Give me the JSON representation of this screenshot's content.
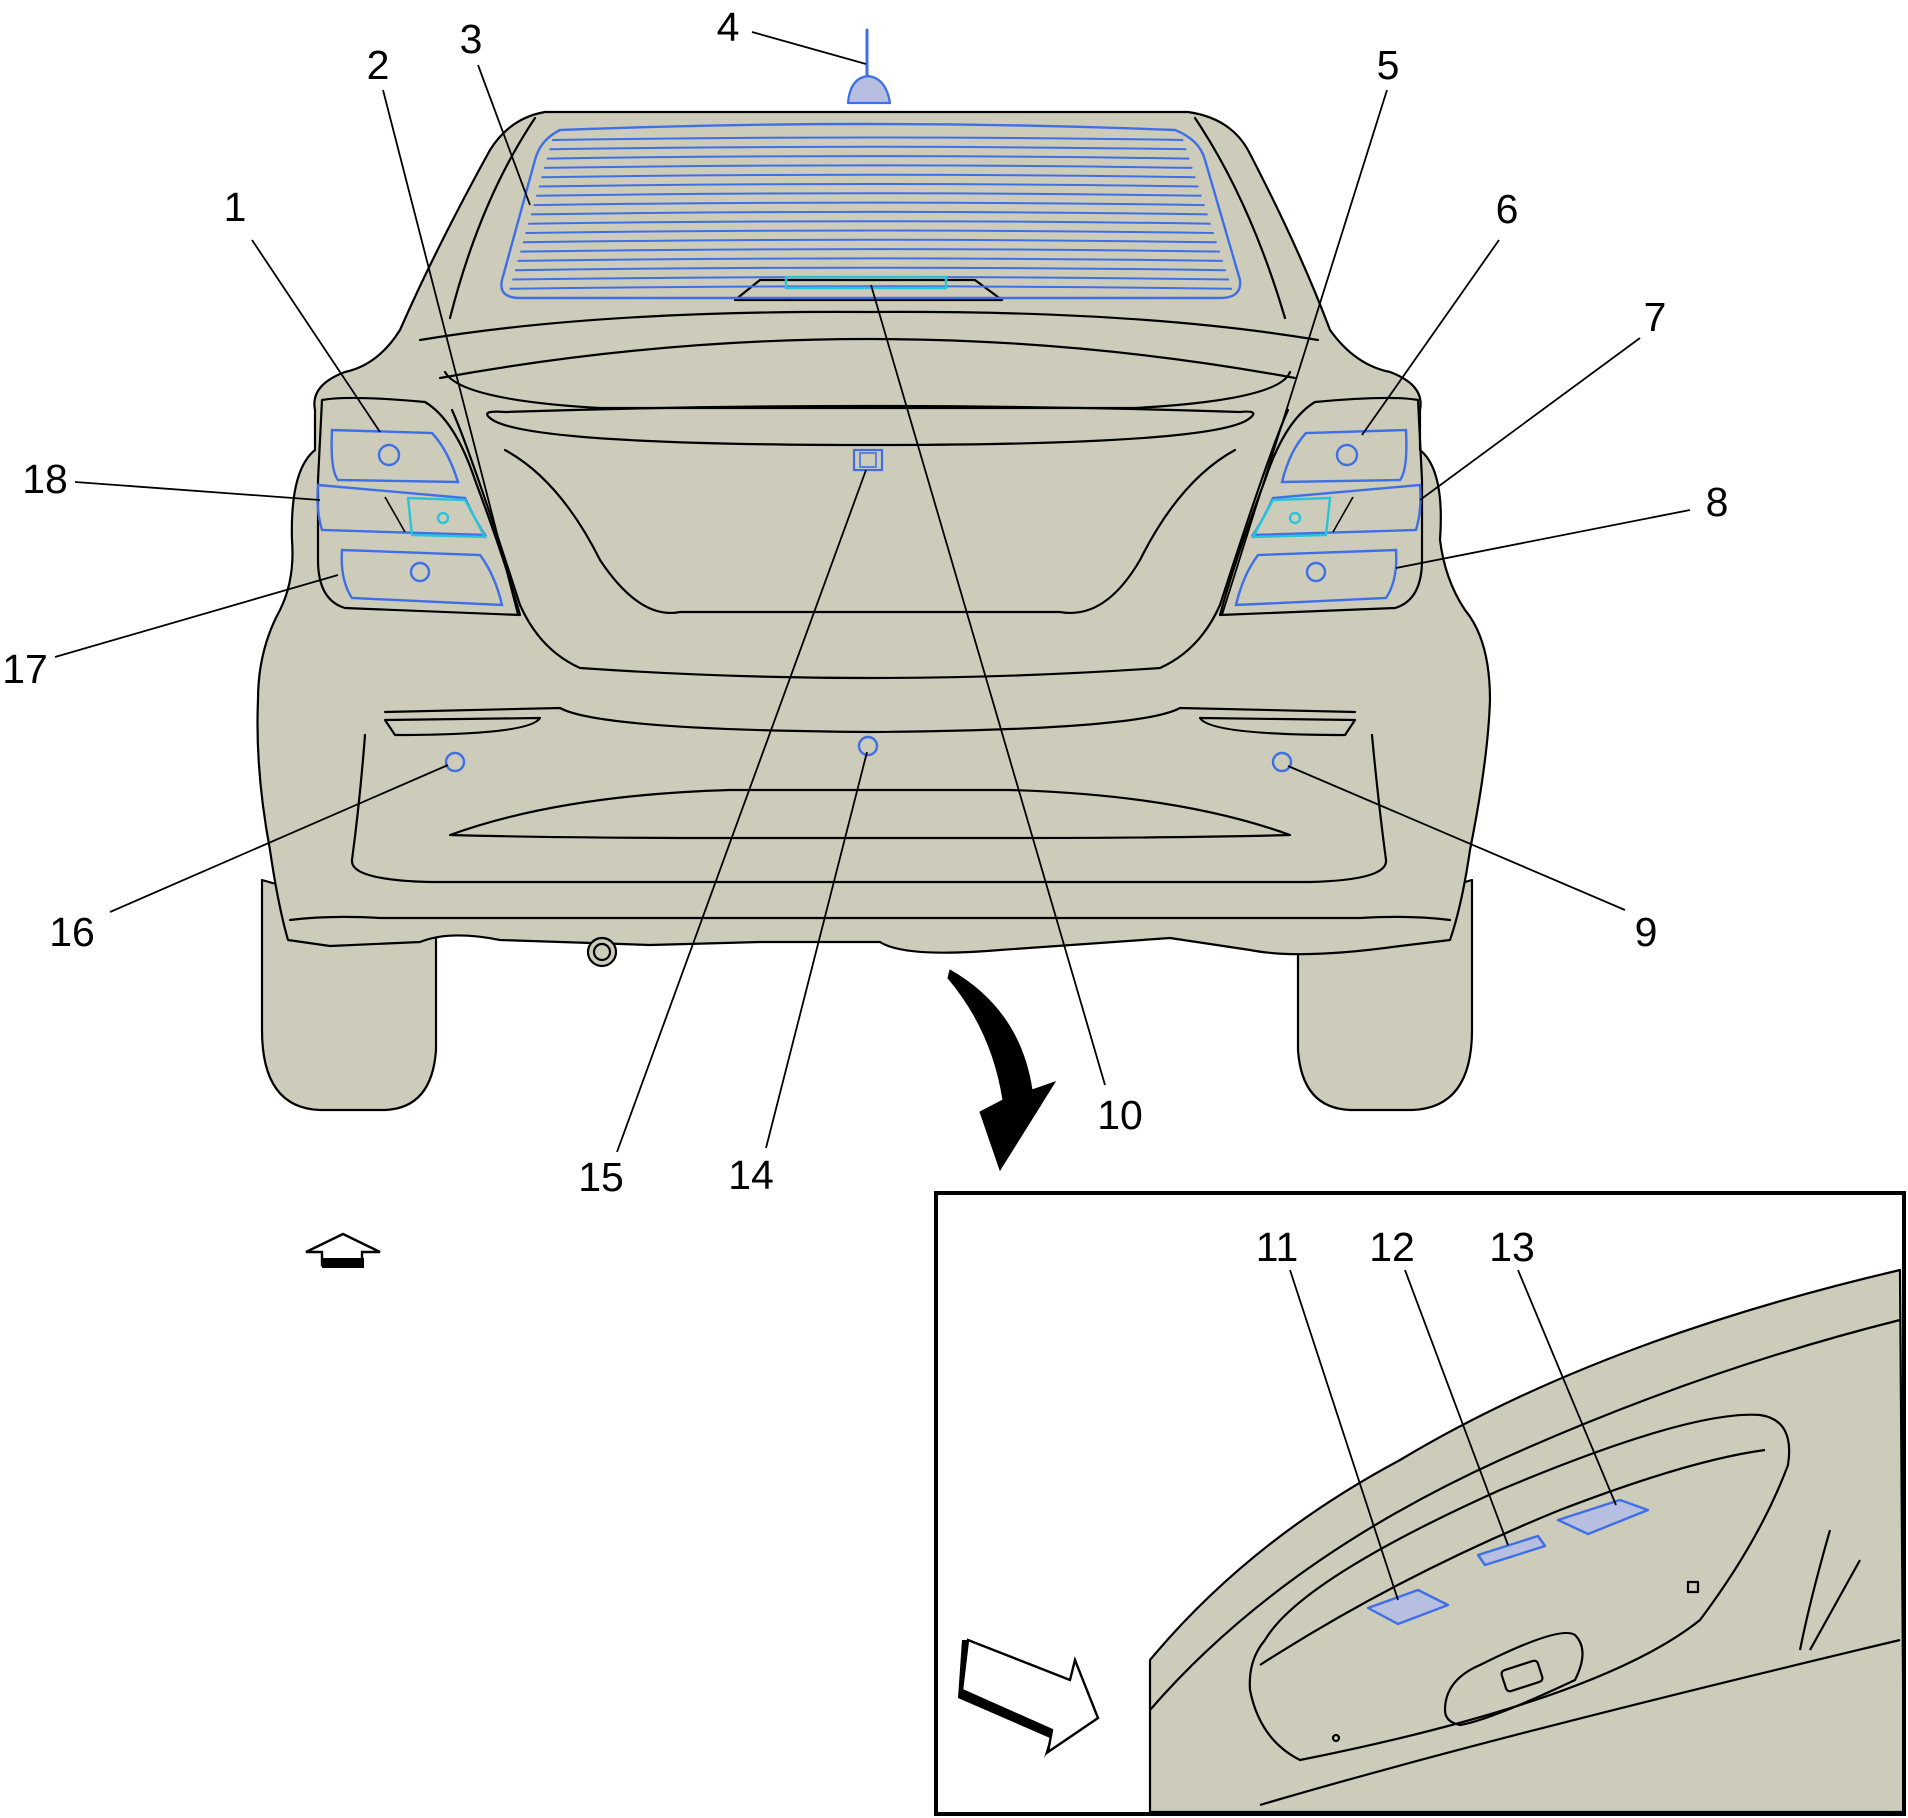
{
  "diagram": {
    "colors": {
      "body": "#cdccbb",
      "outline": "#000000",
      "lens": "#3f6fe6",
      "lamp": "#29c4d8",
      "lens_fill": "#b7bfe0",
      "background": "#ffffff"
    },
    "callouts": [
      {
        "id": "c1",
        "label": "1"
      },
      {
        "id": "c2",
        "label": "2"
      },
      {
        "id": "c3",
        "label": "3"
      },
      {
        "id": "c4",
        "label": "4"
      },
      {
        "id": "c5",
        "label": "5"
      },
      {
        "id": "c6",
        "label": "6"
      },
      {
        "id": "c7",
        "label": "7"
      },
      {
        "id": "c8",
        "label": "8"
      },
      {
        "id": "c9",
        "label": "9"
      },
      {
        "id": "c10",
        "label": "10"
      },
      {
        "id": "c11",
        "label": "11"
      },
      {
        "id": "c12",
        "label": "12"
      },
      {
        "id": "c13",
        "label": "13"
      },
      {
        "id": "c14",
        "label": "14"
      },
      {
        "id": "c15",
        "label": "15"
      },
      {
        "id": "c16",
        "label": "16"
      },
      {
        "id": "c17",
        "label": "17"
      },
      {
        "id": "c18",
        "label": "18"
      }
    ],
    "icons": {
      "front_direction": "up-arrow-icon",
      "view_direction": "diagonal-arrow-icon",
      "detail_pointer": "curved-arrow-icon"
    }
  }
}
